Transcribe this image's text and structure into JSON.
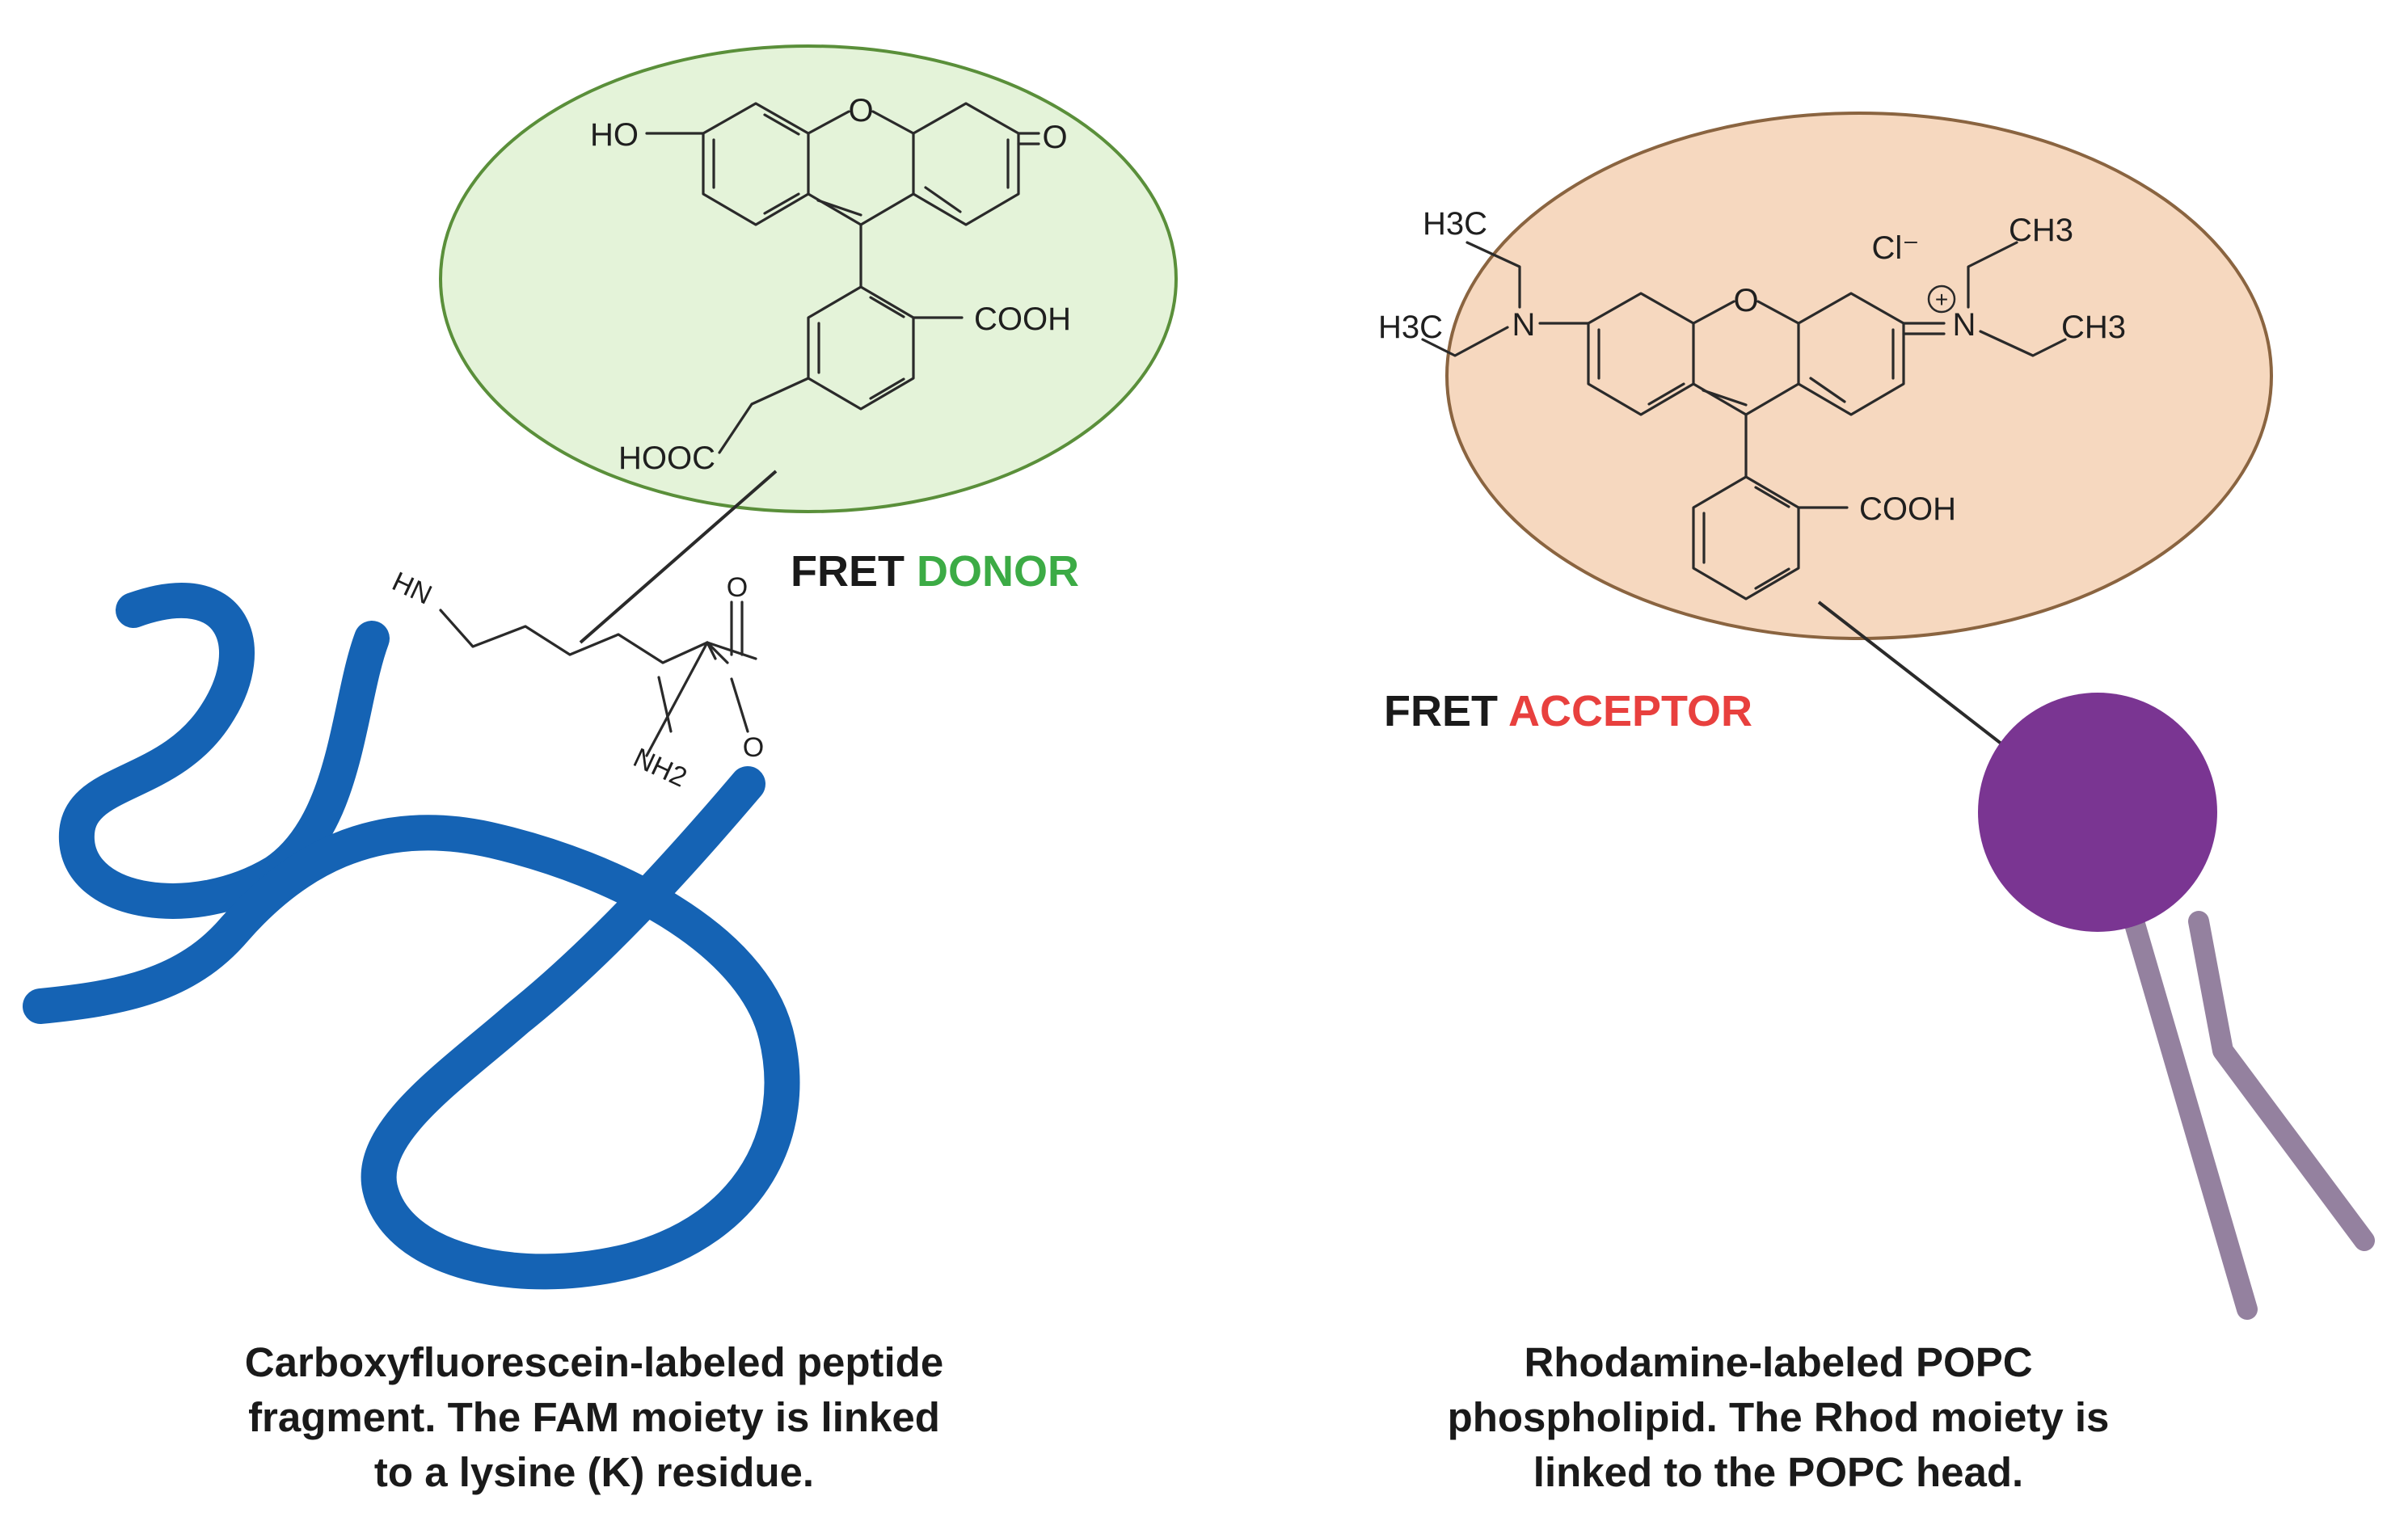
{
  "donor": {
    "fret_word": "FRET",
    "role_word": "DONOR",
    "role_color": "#3cab45",
    "ellipse_fill": "#e4f3d9",
    "ellipse_stroke": "#5a8f3a",
    "atoms": {
      "ho": "HO",
      "ring_o": "O",
      "keto_o": "O",
      "cooh": "COOH",
      "hooc": "HOOC"
    }
  },
  "acceptor": {
    "fret_word": "FRET",
    "role_word": "ACCEPTOR",
    "role_color": "#e8403e",
    "ellipse_fill": "#f6d8bf",
    "ellipse_stroke": "#8a6440",
    "atoms": {
      "h3c_top": "H3C",
      "h3c_left": "H3C",
      "ch3_top": "CH3",
      "ch3_right": "CH3",
      "n_left": "N",
      "n_right": "N",
      "ring_o": "O",
      "chloride": "Cl⁻",
      "plus": "+",
      "cooh": "COOH"
    }
  },
  "lysine": {
    "hn": "HN",
    "nh2": "NH2",
    "o_top": "O",
    "o_bottom": "O"
  },
  "peptide_color": "#1563b4",
  "lipid": {
    "head_color": "#7a3592",
    "tail_color": "#94819f"
  },
  "captions": {
    "left": [
      "Carboxyfluorescein-labeled peptide",
      "fragment. The FAM moiety is linked",
      "to a lysine (K) residue."
    ],
    "right": [
      "Rhodamine-labeled POPC",
      "phospholipid. The Rhod moiety is",
      "linked to the POPC head."
    ]
  }
}
